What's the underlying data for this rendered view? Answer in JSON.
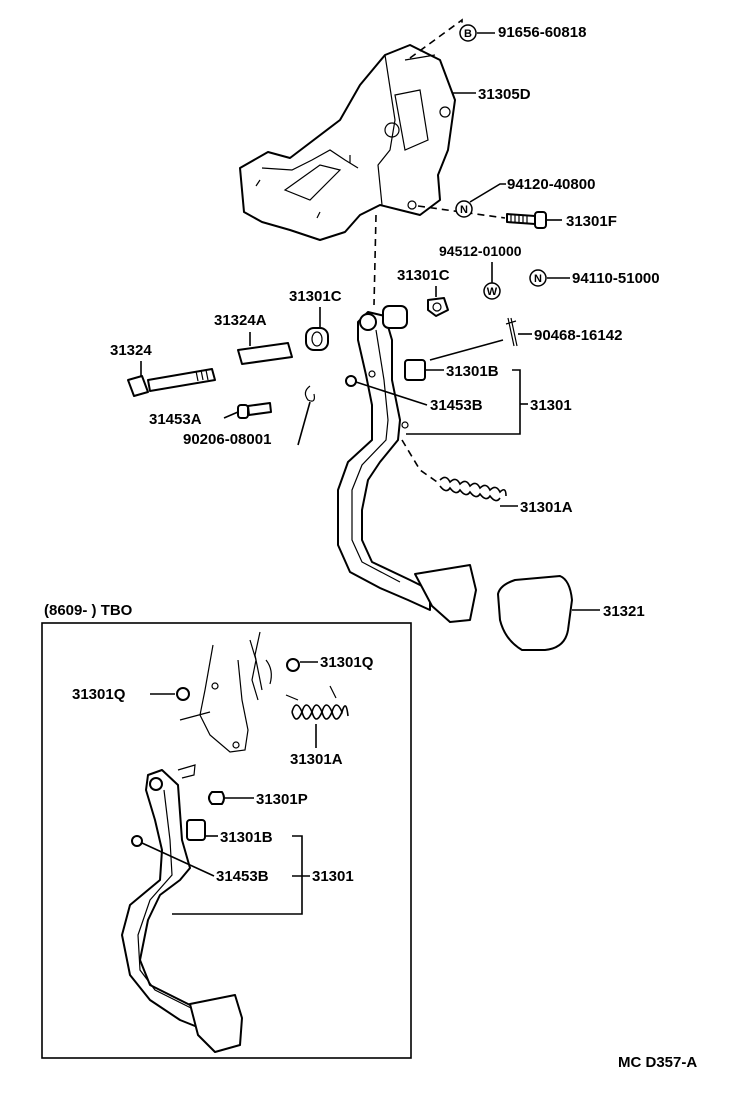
{
  "labels": {
    "p_91656_60818": "91656-60818",
    "p_31305D": "31305D",
    "p_94120_40800": "94120-40800",
    "p_31301F": "31301F",
    "p_94512_01000": "94512-01000",
    "p_31301C_a": "31301C",
    "p_94110_51000": "94110-51000",
    "p_31301C_b": "31301C",
    "p_31324A": "31324A",
    "p_31324": "31324",
    "p_90468_16142": "90468-16142",
    "p_31301B": "31301B",
    "p_31453B": "31453B",
    "p_31301": "31301",
    "p_31453A": "31453A",
    "p_90206_08001": "90206-08001",
    "p_31301A": "31301A",
    "p_31321": "31321"
  },
  "inset": {
    "title": "(8609-        ) TBO",
    "p_31301Q_r": "31301Q",
    "p_31301Q_l": "31301Q",
    "p_31301A": "31301A",
    "p_31301P": "31301P",
    "p_31301B": "31301B",
    "p_31453B": "31453B",
    "p_31301": "31301"
  },
  "symbols": {
    "b": "B",
    "n": "N",
    "w": "W"
  },
  "diagram_code": "MC D357-A"
}
